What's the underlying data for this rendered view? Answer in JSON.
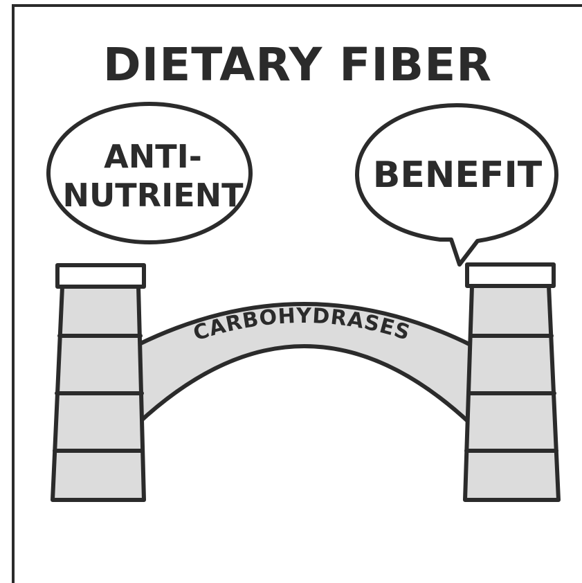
{
  "title": "DIETARY FIBER",
  "left_bubble": {
    "line1": "ANTI-",
    "line2": "NUTRIENT"
  },
  "right_bubble": {
    "label": "BENEFIT"
  },
  "bridge": {
    "label": "CARBOHYDRASES"
  },
  "colors": {
    "ink": "#2b2b2b",
    "fill": "#dcdcdc",
    "background": "#ffffff"
  }
}
